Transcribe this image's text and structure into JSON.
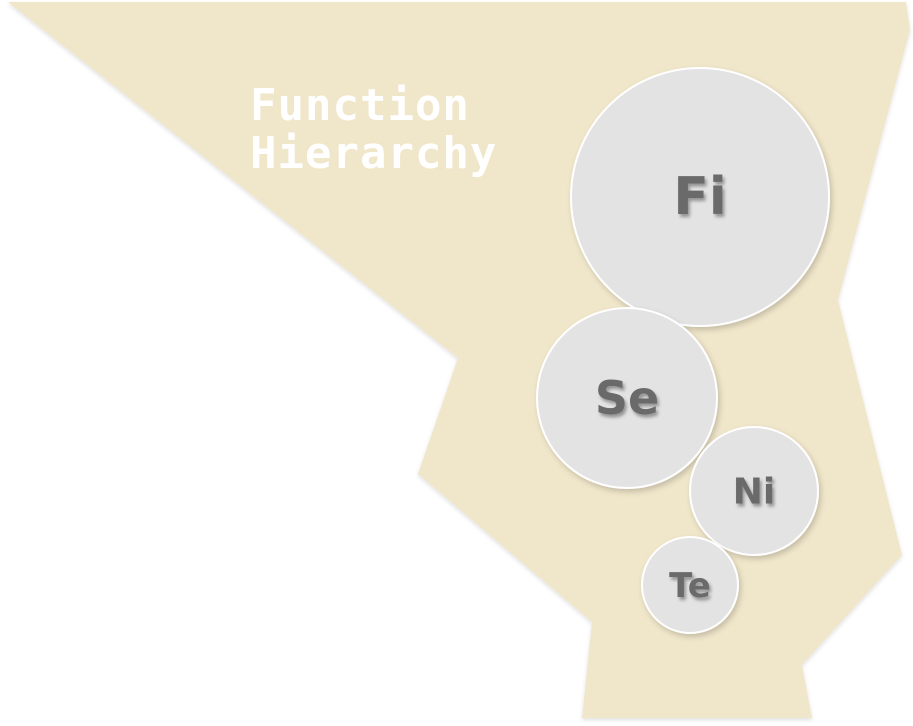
{
  "title": {
    "line1": "Function",
    "line2": "Hierarchy"
  },
  "functions": [
    {
      "id": "fi",
      "label": "Fi"
    },
    {
      "id": "se",
      "label": "Se"
    },
    {
      "id": "ni",
      "label": "Ni"
    },
    {
      "id": "te",
      "label": "Te"
    }
  ],
  "colors": {
    "background_shape": "#f0e6ca",
    "bubble_fill": "#e3e3e3",
    "bubble_text": "#6b6b6b",
    "title_text": "#ffffff"
  }
}
